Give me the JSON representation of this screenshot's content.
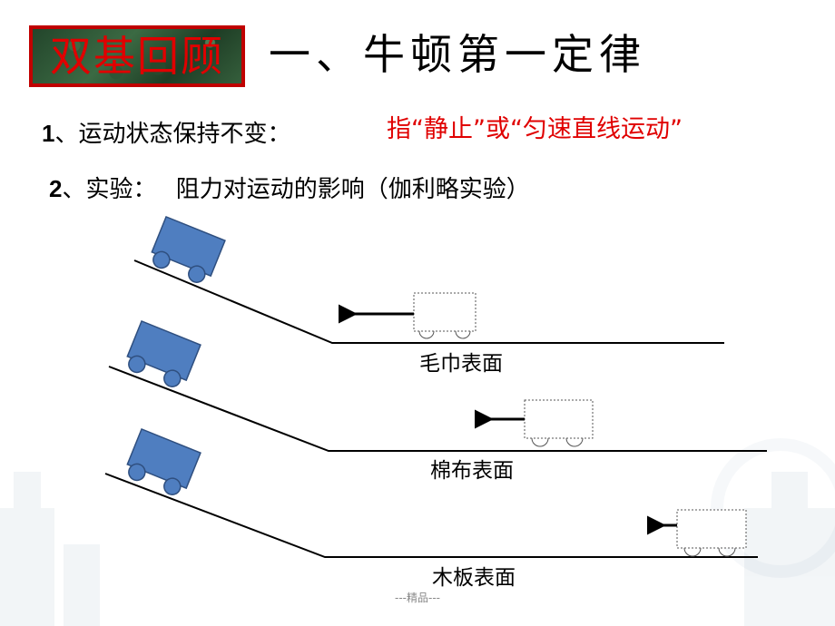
{
  "header": {
    "badge": "双基回顾",
    "title": "一、牛顿第一定律"
  },
  "point1": {
    "num": "1",
    "label": "、运动状态保持不变：",
    "definition": "指“静止”或“匀速直线运动”"
  },
  "point2": {
    "num": "2",
    "label": "、实验：　 阻力对运动的影响（伽利略实验）"
  },
  "surfaces": [
    "毛巾表面",
    "棉布表面",
    "木板表面"
  ],
  "footer": "---精品---",
  "colors": {
    "accent": "#e00000",
    "cart": "#4f7ec0",
    "cart_border": "#2f4f7f"
  }
}
